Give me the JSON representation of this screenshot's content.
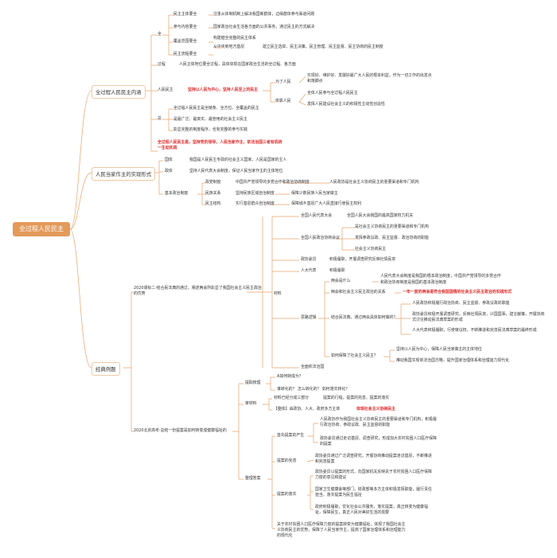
{
  "root": "全过程人民民主",
  "branches": [
    {
      "label": "全过程人民民主内涵"
    },
    {
      "label": "人民当家作主的实现形式"
    },
    {
      "label": "经典例题"
    }
  ],
  "inner": {
    "quan": "全",
    "zhuti": "民主主体要全",
    "zhuti_d": "注重从体制机制上解决我国新群体，边缘群体参与渠道问题",
    "neirong": "参与内容要全",
    "neirong_d": "国家政治社会生活各方面的公共事务，通过民主的方式解决",
    "lianjie": "覆盖范围要全",
    "lianjie_d": "构建健全完整的民主体系",
    "liucheng": "民主流程要全",
    "liucheng_d1": "从中央到地方基层",
    "liucheng_d2": "建立民主选举、民主决策、民主管理、民主监督、民主协商的民主制度",
    "guocheng": "过程",
    "guocheng_d": "人民主体地位要全过程，具体体现在国家政治生活的全过程、各方面",
    "renmin": "人民民主",
    "renmin_red": "坚持以人民为中心，坚持人民至上的民主",
    "weile": "为了人民",
    "weile_d": "实现好、维护好、发展好最广大人民的根本利益，作为一切工作的出发点和落脚点",
    "yikao": "依靠人民",
    "yikao_d1": "全体人民参与全过程人民民主",
    "yikao_d2": "发挥人民建设社会主义的积极性主动性创造性",
    "zong": "总",
    "zong_d1": "全过程人民民主是全链条、全方位、全覆盖的民主",
    "zong_d2": "是最广泛、最真实、最管用的社会主义民主",
    "zong_d3": "彰显完整的制度程序，也有完整的参与实践",
    "red_sum": "全过程人民民主是，坚持党的领导、人民当家作主、依法治国三者有机统一生动实践"
  },
  "forms": {
    "guoti": "国体",
    "guoti_d": "我国是人民民主专政的社会主义国家，人民是国家的主人",
    "zhengti": "政体",
    "zhengti_d": "坚持人民代表大会制度，保证人民当家作主的主体地位",
    "jiben": "基本政治制度",
    "zhengdang": "政党制度",
    "zhengdang_d1": "中国共产党领导的多党合作和政治协商制度",
    "zhengdang_d2": "人民政协是社会主义协商民主的重要渠道和专门机构",
    "minzu": "民族关系",
    "minzu_d1": "坚持民族区域自治制度",
    "minzu_d2": "保障少数民族人民当家做主",
    "jiceng": "民主结构",
    "jiceng_d1": "实行基层群众自治制度",
    "jiceng_d2": "保障城乡基层广大人民直接行使民主权利"
  },
  "example1": {
    "q": "2020课标二·结合民法典的通过，阐述两会所彰显了我国社会主义民主政治的优势",
    "cailiao": "材料",
    "a1": "全国人民代表大会",
    "a1_d": "全国人民大会我国的最高国家权力机关",
    "a2": "全国人民政治协商会议",
    "a2_d1": "是社会主义协商民主的重要渠道和专门机构",
    "a2_d2": "发挥参政议政、民主监督、政治协商的职能",
    "a2_d3": "社会主义协商民主",
    "a3": "政协委员",
    "a3_d": "积极履职，开展调查研究反映社情民意",
    "a4": "人大代表",
    "a4_d": "积极履职",
    "luoji": "思路逻辑",
    "b1": "两会是什么",
    "b1_d1": "人民代表大会制度是我国的根本政治制度，中国共产党领导的多党合作",
    "b1_d2": "和政治协商制度是我国的基本政治制度",
    "b2": "两会和社会主义民主政治的关系",
    "b2_red": "一年一度的两会是符合我国国情的社会主义民主政治的实践形式",
    "b3": "结合民法典，通过两会具体如何做的？",
    "b3_d1": "人民政协积极履行政治协商、民主监督、参政议政的职能",
    "b3_d2": "政协委员积极开展调查研究，反映社情民意，兴国国事，建言献策，开展协商式讨论推动民法典草案的形成",
    "b3_d3": "人大代表积极履职，行使审议权，不断推进和完善民法典草案的最终形成",
    "b4": "如何保障了社会主义民主？",
    "b4_d1": "坚持以人民为中心，保障人民当家做主的主体地位",
    "b4_d2": "推动我国实现依法治国方略，提升国家治理体系和治理能力现代化",
    "quanmian": "全面依法治国"
  },
  "example2": {
    "q": "2020北京高考·总结一份提案是如何转变成健康福祉的",
    "tishen": "提取梳理",
    "t1": "A如何转成为？",
    "t2": "谁转化的？ 怎么转化的？ 如何落实转化？",
    "cailiao": "审材料",
    "c1": "材料已经分成三部分",
    "c1_d": "提案的行程，提案的完善，提案的落实",
    "c2": "【整体】由政协、人大、政府多方主体",
    "c2_red": "体现社会主义协商民主",
    "daan": "整理答案",
    "d1": "首先提案的产生",
    "d1_a": "人民政协作为我国社会主义协商民主的重要渠道和专门机构，积极履行政治协商、参政议政、民主监督的职能",
    "d1_b": "政协委员通过走访基层、调查研究，形成加大农村贫困人口医疗保障的提案",
    "d2": "提案的完善",
    "d2_a": "政协委员通过广泛调查研究，开展协商推动提案走访基层，不断推进和完善提案",
    "d3": "提案的落实",
    "d3_a": "政协委员以提案的形式，向国家机关反映关于农村贫困人口医疗保障力度的意见和建议",
    "d3_b": "国家卫生健康委等部门，财政部等多方主体积极发挥职能，履行责任担当，落实提案为民生福祉",
    "d3_c": "政府积极履职，优化社会公共服务，落实提案，真正转变为健康福祉，保障民生，真正人民对美好生活的需要",
    "summary": "关于农村贫困人口医疗保障力度的提案转变为健康福祉，体现了我国社会主义协商民主的优势，保障了人民当家作主，提高了国家治理体系和治理能力的现代化"
  },
  "colors": {
    "root": "#e39a5a",
    "line": "#e8a26b",
    "border": "#f1c8a3",
    "red": "#e02a2a"
  }
}
